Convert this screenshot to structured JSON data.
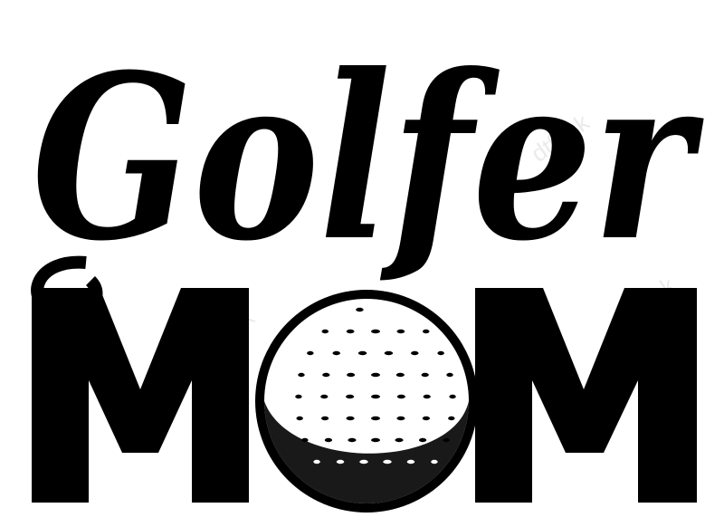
{
  "design": {
    "script_word": "Golfer",
    "block_word_left": "M",
    "block_word_right": "M",
    "ball_replaces_letter": "O",
    "watermark": "dtf.mk",
    "colors": {
      "ink": "#000000",
      "background": "#ffffff"
    }
  }
}
